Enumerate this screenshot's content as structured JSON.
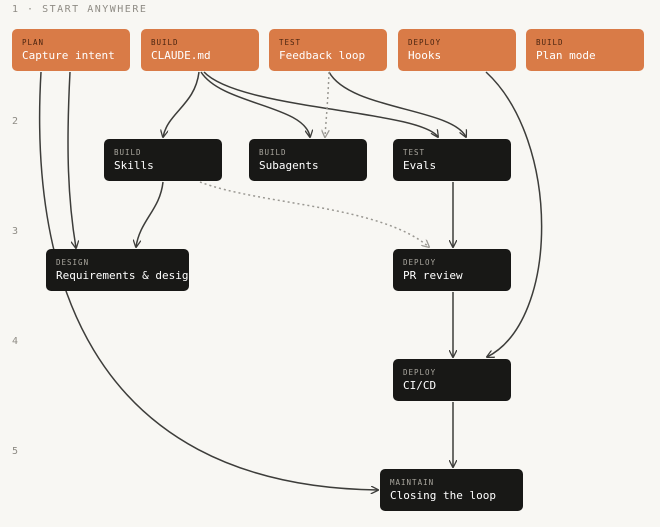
{
  "header": {
    "label": "1 · START ANYWHERE"
  },
  "rows": [
    "2",
    "3",
    "4",
    "5"
  ],
  "nodes": {
    "plan_capture_intent": {
      "category": "PLAN",
      "title": "Capture intent"
    },
    "build_claude_md": {
      "category": "BUILD",
      "title": "CLAUDE.md"
    },
    "test_feedback_loop": {
      "category": "TEST",
      "title": "Feedback loop"
    },
    "deploy_hooks": {
      "category": "DEPLOY",
      "title": "Hooks"
    },
    "build_plan_mode": {
      "category": "BUILD",
      "title": "Plan mode"
    },
    "build_skills": {
      "category": "BUILD",
      "title": "Skills"
    },
    "build_subagents": {
      "category": "BUILD",
      "title": "Subagents"
    },
    "test_evals": {
      "category": "TEST",
      "title": "Evals"
    },
    "design_requirements": {
      "category": "DESIGN",
      "title": "Requirements & design"
    },
    "deploy_pr_review": {
      "category": "DEPLOY",
      "title": "PR review"
    },
    "deploy_cicd": {
      "category": "DEPLOY",
      "title": "CI/CD"
    },
    "maintain_closing_loop": {
      "category": "MAINTAIN",
      "title": "Closing the loop"
    }
  },
  "colors": {
    "background": "#f8f7f3",
    "start_node": "#d97b47",
    "node": "#181816",
    "edge": "#3d3d3a",
    "dotted_edge": "#9a9892",
    "row_label": "#8f8c85"
  }
}
